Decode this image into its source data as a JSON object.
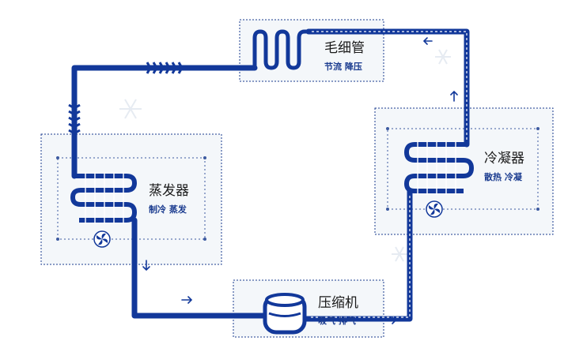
{
  "colors": {
    "pipe": "#12389a",
    "pipe_light": "#ffffff",
    "box_bg": "#f4f7fa",
    "label": "#1a3b8f",
    "text": "#1a1a1a"
  },
  "components": {
    "capillary": {
      "title": "毛细管",
      "subtitle": "节流 降压"
    },
    "condenser": {
      "title": "冷凝器",
      "subtitle": "散热 冷凝"
    },
    "evaporator": {
      "title": "蒸发器",
      "subtitle": "制冷 蒸发"
    },
    "compressor": {
      "title": "压缩机",
      "subtitle": "吸气 排气"
    }
  },
  "icons": {
    "flow_arrows": "arrow-icon",
    "fans": "fan-icon",
    "snowflakes": "snowflake-icon"
  }
}
